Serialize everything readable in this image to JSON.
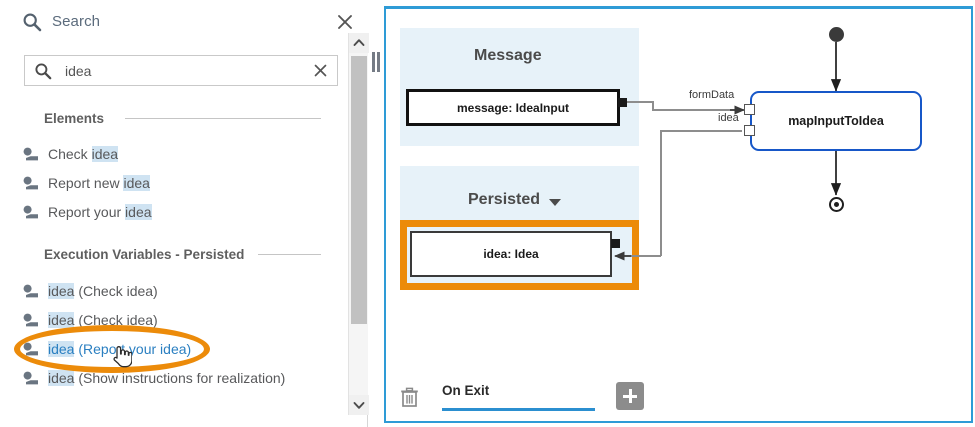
{
  "search_panel": {
    "header": {
      "title": "Search",
      "icon": "search-icon",
      "close_icon": "close-icon"
    },
    "input": {
      "value": "idea",
      "placeholder": "Search",
      "clear_icon": "clear-icon",
      "icon": "search-icon"
    },
    "groups": [
      {
        "label": "Elements",
        "items": [
          {
            "icon": "user-icon",
            "prefix": "Check ",
            "match": "idea",
            "suffix": "",
            "hover": false
          },
          {
            "icon": "user-icon",
            "prefix": "Report new ",
            "match": "idea",
            "suffix": "",
            "hover": false
          },
          {
            "icon": "user-icon",
            "prefix": "Report your ",
            "match": "idea",
            "suffix": "",
            "hover": false
          }
        ]
      },
      {
        "label": "Execution Variables - Persisted",
        "items": [
          {
            "icon": "user-icon",
            "prefix": "",
            "match": "idea",
            "suffix": " (Check idea)",
            "hover": false
          },
          {
            "icon": "user-icon",
            "prefix": "",
            "match": "idea",
            "suffix": " (Check idea)",
            "hover": false
          },
          {
            "icon": "user-icon",
            "prefix": "",
            "match": "idea",
            "suffix": " (Report your idea)",
            "hover": true
          },
          {
            "icon": "user-icon",
            "prefix": "",
            "match": "idea",
            "suffix": " (Show instructions for realization)",
            "hover": false
          }
        ]
      }
    ],
    "scrollbar": {
      "up_icon": "chevron-up-icon",
      "down_icon": "chevron-down-icon"
    }
  },
  "diagram": {
    "swimlanes": [
      {
        "title": "Message",
        "caret": false
      },
      {
        "title": "Persisted",
        "caret": true
      }
    ],
    "variables": [
      {
        "label": "message: IdeaInput"
      },
      {
        "label": "idea: Idea"
      }
    ],
    "node": {
      "label": "mapInputToIdea"
    },
    "edge_labels": [
      "formData",
      "idea"
    ],
    "bottom_bar": {
      "trash_icon": "trash-icon",
      "tab_label": "On Exit",
      "add_icon": "plus-icon"
    }
  },
  "colors": {
    "accent_blue": "#2e9bd6",
    "node_blue": "#1757c8",
    "highlight_orange": "#ec8b0a",
    "swimlane_bg": "#e7f2f9",
    "match_highlight": "#cfe3f2",
    "hover_text": "#2a7fc1"
  }
}
